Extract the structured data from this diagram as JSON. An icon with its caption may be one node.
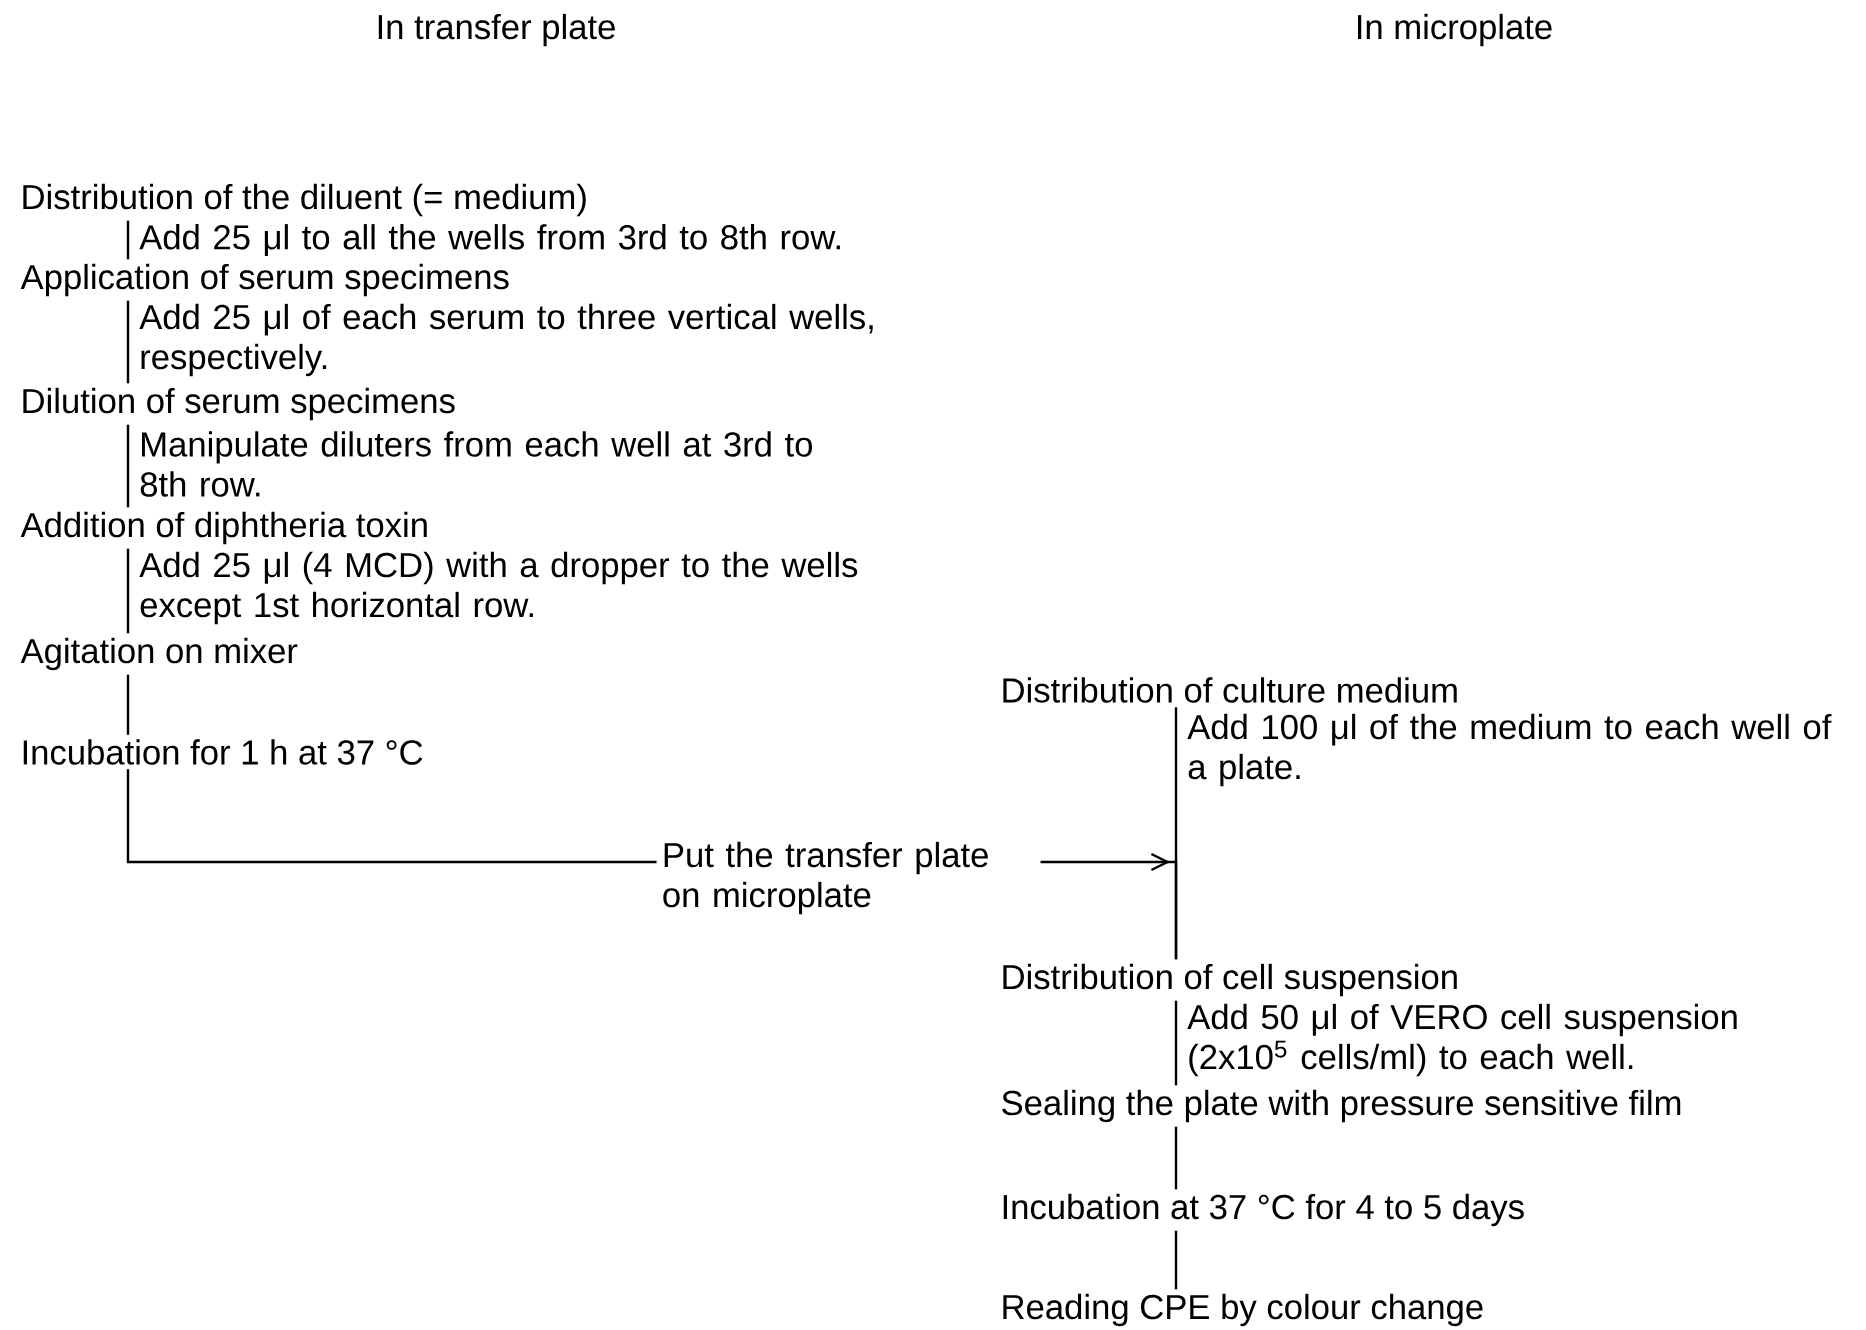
{
  "diagram": {
    "nodes": [
      {
        "text": [
          "Distribution of the diluent (= medium)"
        ],
        "beside": [
          "Add 25 μl to all the wells from 3rd to 8th row."
        ]
      },
      {
        "text": [
          "Application of serum specimens"
        ],
        "beside": [
          "Add 25 μl of each serum to three vertical wells, respectively."
        ]
      },
      {
        "text": [
          "Dilution of serum specimens"
        ],
        "beside": [
          "Manipulate diluters from each well at 3rd to 8th row."
        ]
      },
      {
        "text": [
          "Addition of diphtheria toxin"
        ],
        "beside": [
          "Add 25 μl (4 MCD) with a dropper to the wells except 1st horizontal row."
        ]
      },
      {
        "text": [
          "Agitation on mixer"
        ]
      },
      {
        "text": [
          "Incubation for 1 h at 37 °C"
        ]
      },
      {
        "text": [
          "Distribution of culture medium"
        ],
        "beside": [
          "Add 100 μl of the medium to each well of a plate."
        ]
      },
      {
        "text": [
          "Distribution of cell suspension"
        ],
        "beside": [
          "Add 50 μl of VERO cell suspension (2x10$^{5}$ cells/ml) to each well."
        ]
      },
      {
        "text": [
          "Sealing the plate with pressure sensitive film"
        ]
      },
      {
        "text": [
          "Incubation at 37 °C for 4 to 5 days"
        ]
      },
      {
        "text": [
          "Reading CPE by colour change"
        ]
      }
    ],
    "edges": [
      {
        "from": 0,
        "to": 1,
        "arrow": "none"
      },
      {
        "from": 1,
        "to": 2,
        "arrow": "none"
      },
      {
        "from": 2,
        "to": 3,
        "arrow": "none"
      },
      {
        "from": 3,
        "to": 4,
        "arrow": "none"
      },
      {
        "from": 4,
        "to": 5,
        "arrow": "none"
      },
      {
        "from": 5,
        "to": 7,
        "arrow": "to",
        "label": "Put the transfer plate on microplate"
      },
      {
        "from": 6,
        "to": 7,
        "arrow": "none"
      },
      {
        "from": 7,
        "to": 8,
        "arrow": "none"
      },
      {
        "from": 8,
        "to": 9,
        "arrow": "none"
      },
      {
        "from": 9,
        "to": 10,
        "arrow": "none"
      }
    ],
    "labels": [
      "In transfer plate",
      "In microplate"
    ]
  }
}
